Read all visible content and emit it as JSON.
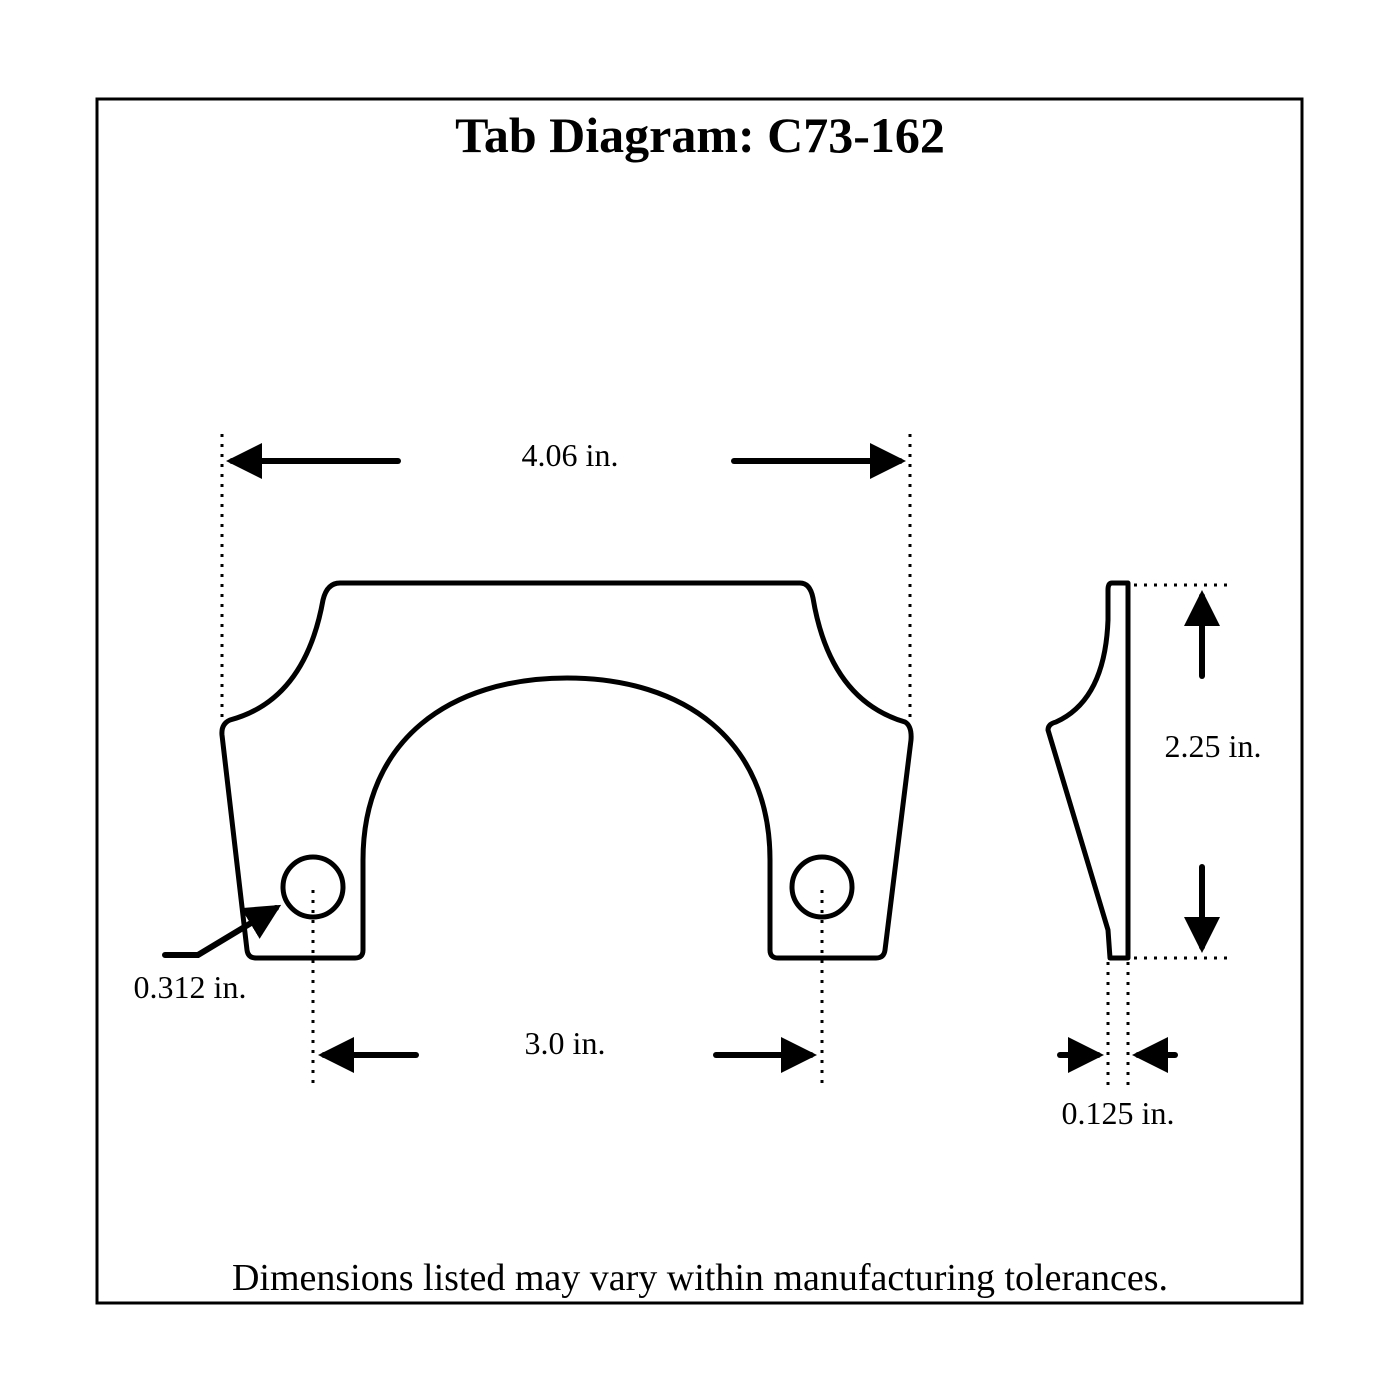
{
  "title": "Tab Diagram: C73-162",
  "dimensions": {
    "overall_width": "4.06 in.",
    "hole_spacing": "3.0 in.",
    "hole_diameter": "0.312 in.",
    "height": "2.25 in.",
    "thickness": "0.125 in."
  },
  "footer": "Dimensions listed may vary within manufacturing tolerances."
}
